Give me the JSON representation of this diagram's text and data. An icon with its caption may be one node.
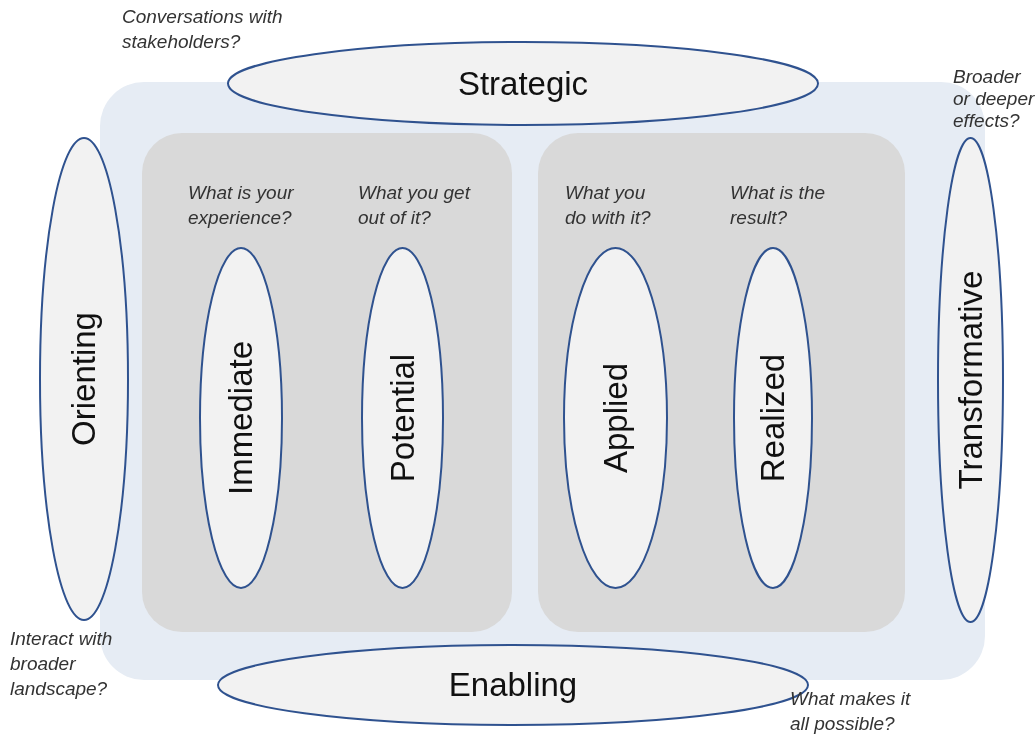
{
  "diagram": {
    "nodes": [
      {
        "text": [],
        "shape": "box"
      },
      {
        "text": [
          "Strategic"
        ],
        "beside": [
          "Conversations with stakeholders?"
        ]
      },
      {
        "text": [
          "Orienting"
        ],
        "beside": [
          "Interact with broader landscape?"
        ]
      },
      {
        "text": [],
        "shape": "box",
        "in": 0
      },
      {
        "text": [
          "Immediate"
        ],
        "in": 3,
        "beside": [
          "What is your experience?"
        ]
      },
      {
        "text": [
          "Potential"
        ],
        "in": 3,
        "beside": [
          "What you get out of it?"
        ]
      },
      {
        "text": [],
        "shape": "box",
        "in": 0
      },
      {
        "text": [
          "Applied"
        ],
        "in": 6,
        "beside": [
          "What you do with it?"
        ]
      },
      {
        "text": [
          "Realized"
        ],
        "in": 6,
        "beside": [
          "What is the result?"
        ]
      },
      {
        "text": [
          "Transformative"
        ],
        "beside": [
          "Broader or deeper effects?"
        ]
      },
      {
        "text": [
          "Enabling"
        ],
        "beside": [
          "What makes it all possible?"
        ]
      }
    ]
  }
}
